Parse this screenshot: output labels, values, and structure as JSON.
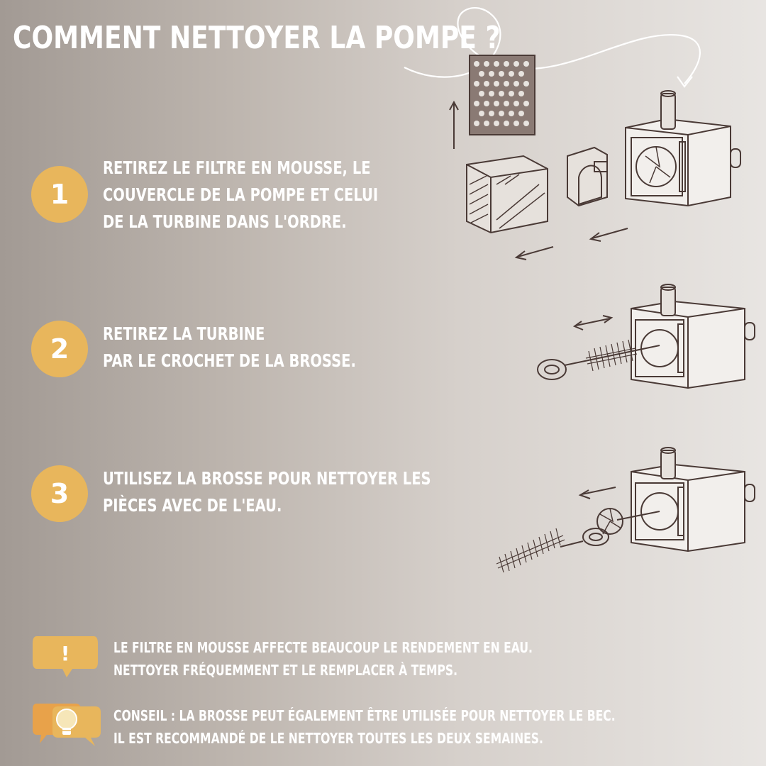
{
  "title": "Comment nettoyer la pompe ?",
  "colors": {
    "badge": "#e8b65c",
    "ink": "#4a3a36",
    "text": "#ffffff"
  },
  "steps": [
    {
      "number": "1",
      "lines": [
        "Retirez le filtre en mousse, le",
        "couvercle de la pompe et celui",
        "de la turbine dans l'ordre."
      ]
    },
    {
      "number": "2",
      "lines": [
        "Retirez la turbine",
        "par le crochet de la brosse."
      ]
    },
    {
      "number": "3",
      "lines": [
        "Utilisez la brosse pour nettoyer les",
        "pièces avec de l'eau."
      ]
    }
  ],
  "notes": [
    {
      "icon": "exclamation-bubble-icon",
      "symbol": "!",
      "lines": [
        "Le filtre en mousse affecte beaucoup le rendement en eau.",
        "Nettoyer fréquemment et le remplacer à temps."
      ]
    },
    {
      "icon": "lightbulb-bubble-icon",
      "lines": [
        "Conseil : la brosse peut également être utilisée pour nettoyer le bec.",
        "Il est recommandé de le nettoyer toutes les deux semaines."
      ]
    }
  ]
}
